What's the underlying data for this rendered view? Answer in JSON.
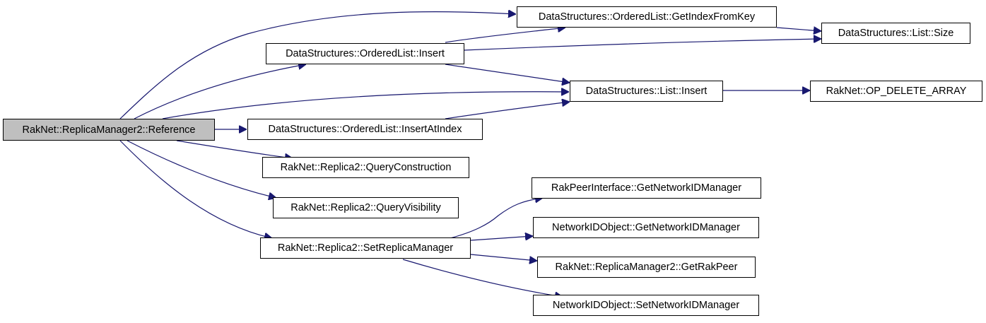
{
  "nodes": {
    "reference": {
      "label": "RakNet::ReplicaManager2::Reference",
      "color": "#bfbfbf"
    },
    "getIndexFromKey": {
      "label": "DataStructures::OrderedList::GetIndexFromKey"
    },
    "orderedInsert": {
      "label": "DataStructures::OrderedList::Insert"
    },
    "listSize": {
      "label": "DataStructures::List::Size"
    },
    "listInsert": {
      "label": "DataStructures::List::Insert"
    },
    "opDeleteArray": {
      "label": "RakNet::OP_DELETE_ARRAY"
    },
    "insertAtIndex": {
      "label": "DataStructures::OrderedList::InsertAtIndex"
    },
    "queryConstruction": {
      "label": "RakNet::Replica2::QueryConstruction"
    },
    "queryVisibility": {
      "label": "RakNet::Replica2::QueryVisibility"
    },
    "setReplicaManager": {
      "label": "RakNet::Replica2::SetReplicaManager"
    },
    "rakPeerGetNIDM": {
      "label": "RakPeerInterface::GetNetworkIDManager"
    },
    "nidoGetNIDM": {
      "label": "NetworkIDObject::GetNetworkIDManager"
    },
    "getRakPeer": {
      "label": "RakNet::ReplicaManager2::GetRakPeer"
    },
    "nidoSetNIDM": {
      "label": "NetworkIDObject::SetNetworkIDManager"
    }
  },
  "edge_color": "#191970"
}
